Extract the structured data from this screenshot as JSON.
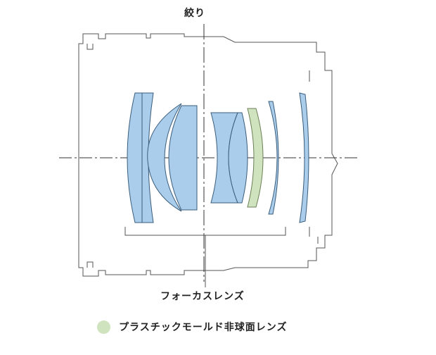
{
  "labels": {
    "aperture": "絞り",
    "focus_lens": "フォーカスレンズ",
    "legend": "プラスチックモールド非球面レンズ"
  },
  "colors": {
    "glass_fill": "#a9cdea",
    "glass_stroke": "#3a5d7c",
    "plastic_fill": "#cfe3bf",
    "plastic_stroke": "#6b7f55",
    "outline": "#555555",
    "legend_dot": "#cfe3bf"
  },
  "elements": [
    {
      "name": "lens-element-1",
      "material": "glass"
    },
    {
      "name": "lens-element-2",
      "material": "glass"
    },
    {
      "name": "lens-element-3",
      "material": "glass"
    },
    {
      "name": "lens-element-4",
      "material": "glass"
    },
    {
      "name": "lens-element-5",
      "material": "glass"
    },
    {
      "name": "lens-element-6",
      "material": "glass"
    },
    {
      "name": "lens-element-7",
      "material": "plastic"
    },
    {
      "name": "lens-element-8",
      "material": "glass"
    },
    {
      "name": "lens-element-9",
      "material": "glass"
    }
  ]
}
